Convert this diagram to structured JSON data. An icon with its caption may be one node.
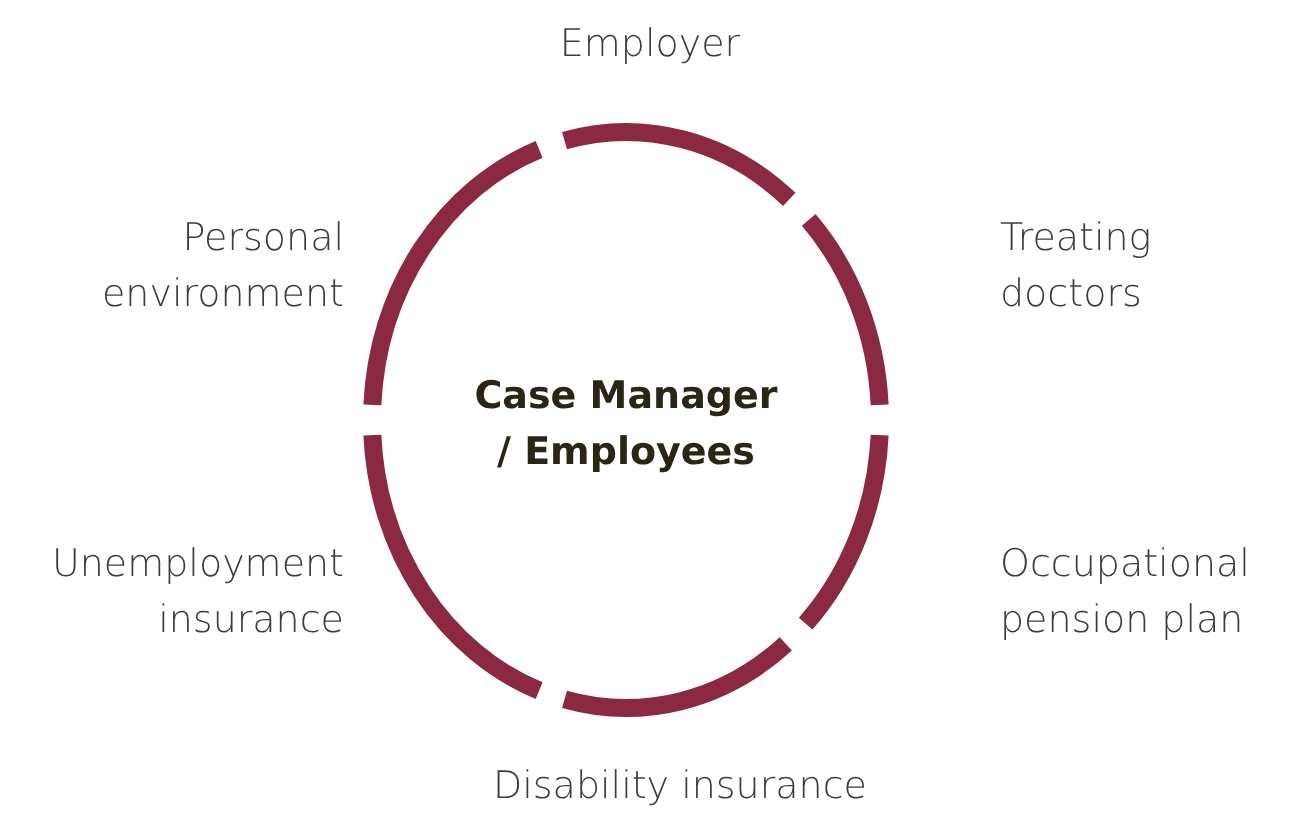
{
  "diagram": {
    "nodes": [
      {
        "text": [
          "Case Manager / Employees"
        ]
      }
    ],
    "labels": [
      "Employer",
      "Personal environment",
      "Treating doctors",
      "Unemployment insurance",
      "Occupational pension plan",
      "Disability insurance"
    ]
  }
}
